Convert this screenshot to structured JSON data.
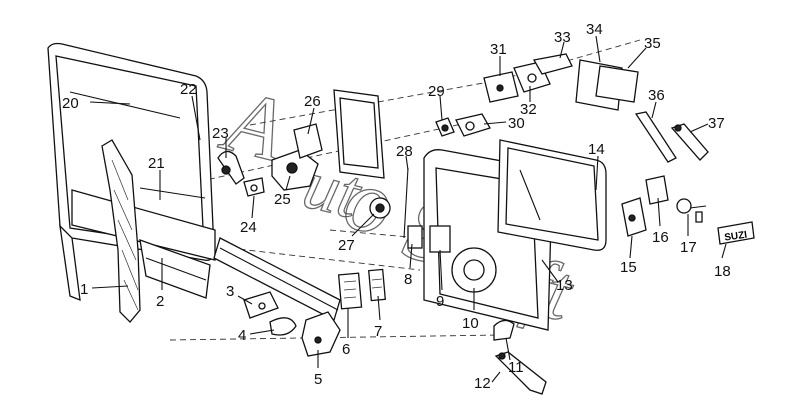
{
  "diagram": {
    "watermark": "AutoSoft",
    "labels": [
      "1",
      "2",
      "3",
      "4",
      "5",
      "6",
      "7",
      "8",
      "9",
      "10",
      "11",
      "12",
      "13",
      "14",
      "15",
      "16",
      "17",
      "18",
      "20",
      "21",
      "22",
      "23",
      "24",
      "25",
      "26",
      "27",
      "28",
      "29",
      "30",
      "31",
      "32",
      "33",
      "34",
      "35",
      "36",
      "37"
    ],
    "badge_text": "SUZI"
  }
}
